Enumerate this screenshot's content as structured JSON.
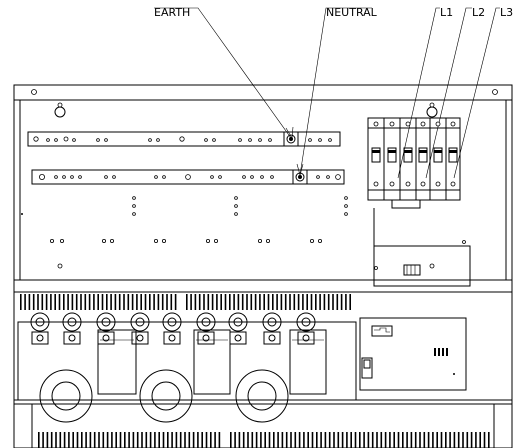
{
  "labels": {
    "earth": "EARTH",
    "neutral": "NEUTRAL",
    "l1": "L1",
    "l2": "L2",
    "l3": "L3"
  },
  "icons": {
    "cabinet": "electrical-cabinet-drawing"
  },
  "colors": {
    "line": "#000000",
    "background": "#ffffff"
  }
}
